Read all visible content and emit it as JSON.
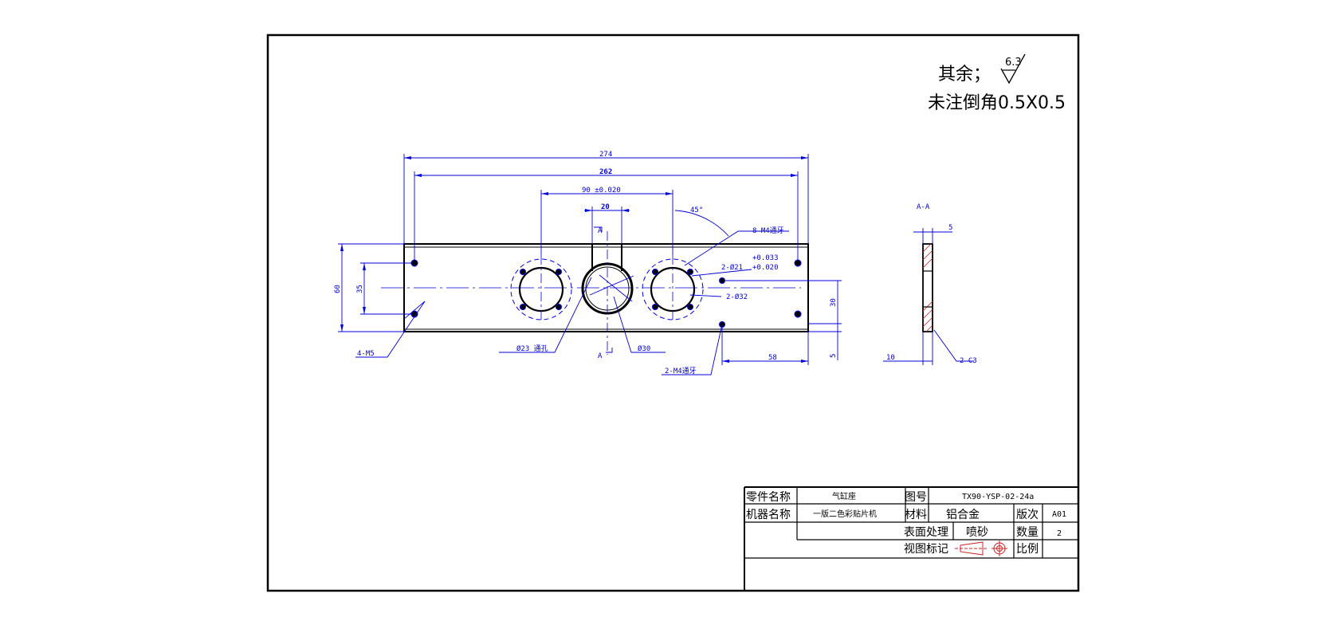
{
  "notes": {
    "roughness_prefix": "其余；",
    "roughness_value": "6.3",
    "chamfer_note": "未注倒角0.5X0.5"
  },
  "section": {
    "label": "A-A",
    "cut_mark": "A"
  },
  "dimensions": {
    "overall_length": "274",
    "hole_span": "262",
    "bore_spacing": "90 ±0.020",
    "slot_width": "20",
    "angle": "45°",
    "tapped_8": "8-M4通牙",
    "tol_upper": "+0.033",
    "bore_callout": "2-Ø21",
    "tol_lower": "+0.020",
    "cbore_callout": "2-Ø32",
    "height": "60",
    "hole_span_v": "35",
    "offset_30": "30",
    "offset_5": "5",
    "edge_58": "58",
    "corner_holes": "4-M5",
    "thru_23": "Ø23 通孔",
    "dia_30": "Ø30",
    "tapped_2": "2-M4通牙",
    "thick_5": "5",
    "depth_10": "10",
    "chamfer_c": "2-C3"
  },
  "title_block": {
    "part_name_label": "零件名称",
    "part_name": "气缸座",
    "drawing_no_label": "图号",
    "drawing_no": "TX90-YSP-02-24a",
    "machine_label": "机器名称",
    "machine": "一版二色彩贴片机",
    "material_label": "材料",
    "material": "铝合金",
    "version_label": "版次",
    "version": "A01",
    "surface_label": "表面处理",
    "surface": "喷砂",
    "qty_label": "数量",
    "qty": "2",
    "view_label": "视图标记",
    "scale_label": "比例"
  }
}
